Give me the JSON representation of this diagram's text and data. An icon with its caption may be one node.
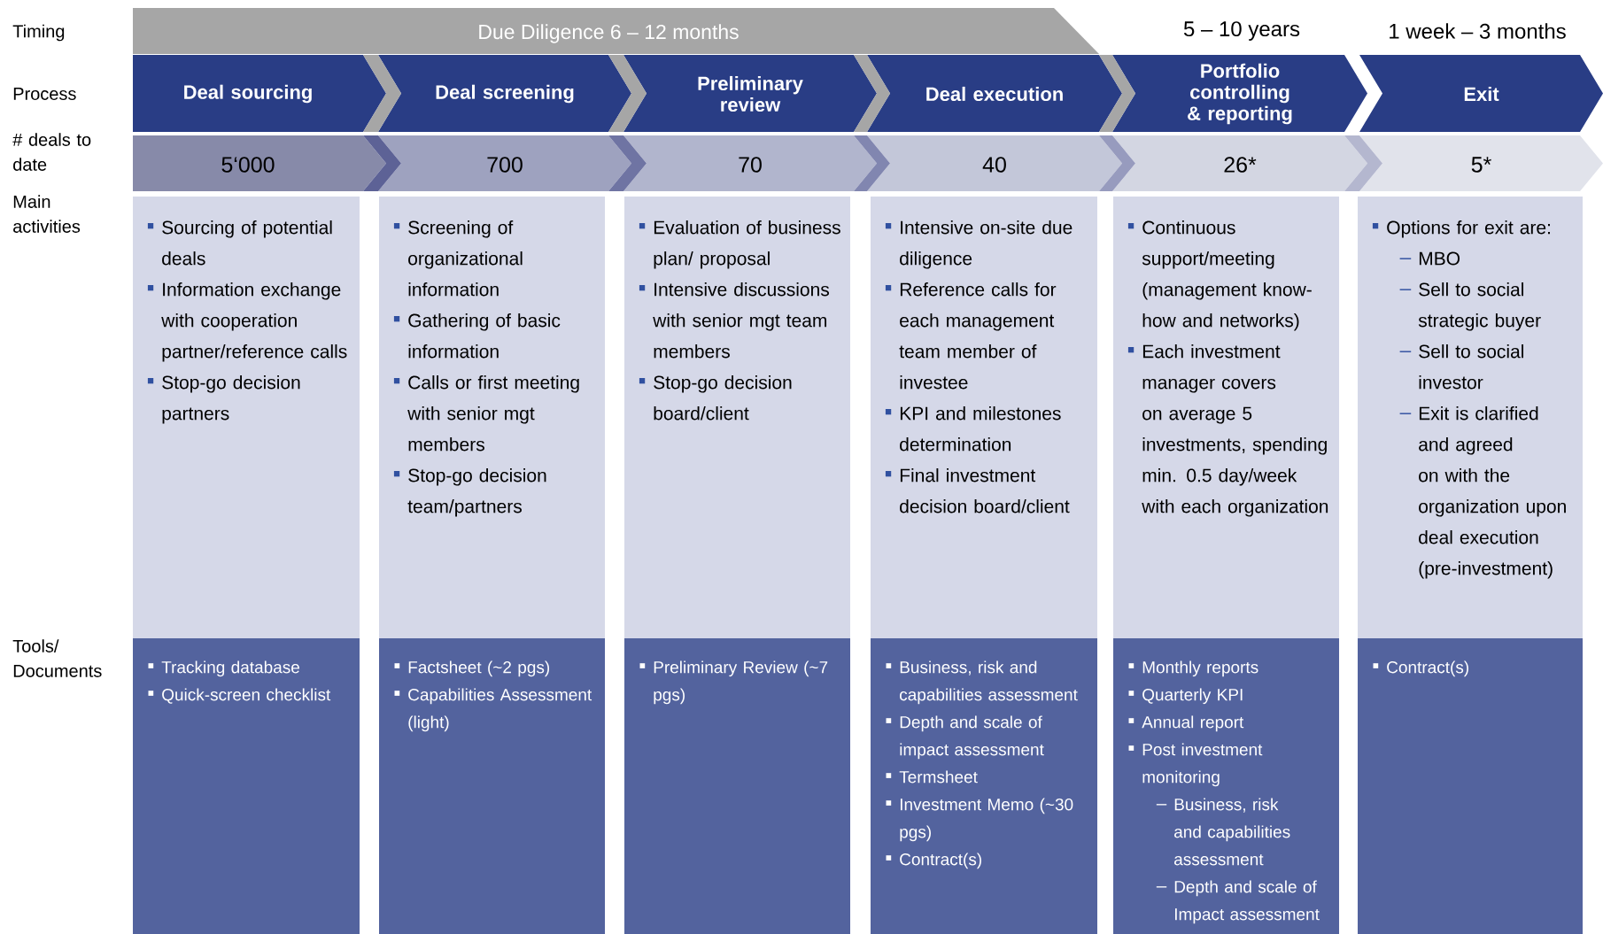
{
  "diagram": {
    "nodes": [
      {
        "text": [
          "Due Diligence 6 – 12 months"
        ]
      },
      {
        "text": [
          "Deal sourcing"
        ]
      },
      {
        "text": [
          "Deal screening"
        ]
      },
      {
        "text": [
          "Preliminary review"
        ]
      },
      {
        "text": [
          "Deal execution"
        ]
      },
      {
        "text": [
          "Portfolio controlling & reporting"
        ]
      },
      {
        "text": [
          "Exit"
        ]
      },
      {
        "text": [
          "5‘000"
        ]
      },
      {
        "text": [
          "700"
        ]
      },
      {
        "text": [
          "70"
        ]
      },
      {
        "text": [
          "40"
        ]
      },
      {
        "text": [
          "26*"
        ]
      },
      {
        "text": [
          "5*"
        ]
      },
      {
        "text": [
          "Sourcing of potential deals",
          "Information exchange with cooperation partner/reference calls",
          "Stop-go decision partners"
        ]
      },
      {
        "text": [
          "Screening of organizational information",
          "Gathering of basic information",
          "Calls or first meeting with senior mgt members",
          "Stop-go decision team/partners"
        ]
      },
      {
        "text": [
          "Evaluation of business plan/ proposal",
          "Intensive discussions with senior mgt team members",
          "Stop-go decision board/client"
        ]
      },
      {
        "text": [
          "Intensive on-site due diligence",
          "Reference calls for each management team member of investee",
          "KPI and milestones determination",
          "Final investment decision board/client"
        ]
      },
      {
        "text": [
          "Continuous support/meeting (management know-how and networks)",
          "Each investment manager covers on average 5 investments, spending min. 0.5 day/week with each organization"
        ]
      },
      {
        "text": [
          "Options for exit are:",
          "MBO",
          "Sell to social strategic buyer",
          "Sell to social investor",
          "Exit is clarified and agreed on with the organization upon deal execution (pre-investment)"
        ]
      },
      {
        "text": [
          "Tracking database",
          "Quick-screen checklist"
        ]
      },
      {
        "text": [
          "Factsheet (~2 pgs)",
          "Capabilities Assessment (light)"
        ]
      },
      {
        "text": [
          "Preliminary Review (~7 pgs)"
        ]
      },
      {
        "text": [
          "Business, risk and capabilities assessment",
          "Depth and scale of impact assessment",
          "Termsheet",
          "Investment Memo (~30 pgs)",
          "Contract(s)"
        ]
      },
      {
        "text": [
          "Monthly reports",
          "Quarterly KPI",
          "Annual report",
          "Post investment monitoring",
          "Business, risk and capabilities assessment",
          "Depth and scale of Impact assessment"
        ]
      },
      {
        "text": [
          "Contract(s)"
        ]
      }
    ],
    "edges": [
      {
        "from": 1,
        "to": 2,
        "arrow": "to",
        "color": "#a6a6a6"
      },
      {
        "from": 2,
        "to": 3,
        "arrow": "to",
        "color": "#a6a6a6"
      },
      {
        "from": 3,
        "to": 4,
        "arrow": "to",
        "color": "#a6a6a6"
      },
      {
        "from": 4,
        "to": 5,
        "arrow": "to",
        "color": "#a6a6a6"
      },
      {
        "from": 7,
        "to": 8,
        "arrow": "to",
        "color": "#5d6296"
      },
      {
        "from": 8,
        "to": 9,
        "arrow": "to",
        "color": "#6f74a3"
      },
      {
        "from": 9,
        "to": 10,
        "arrow": "to",
        "color": "#8186b0"
      },
      {
        "from": 10,
        "to": 11,
        "arrow": "to",
        "color": "#979bbe"
      },
      {
        "from": 11,
        "to": 12,
        "arrow": "to",
        "color": "#b4b7cf"
      }
    ],
    "labels": [
      "Timing",
      "5 – 10 years",
      "1 week – 3 months",
      "Process",
      "# deals to date",
      "Main activities",
      "Tools/ Documents"
    ]
  }
}
